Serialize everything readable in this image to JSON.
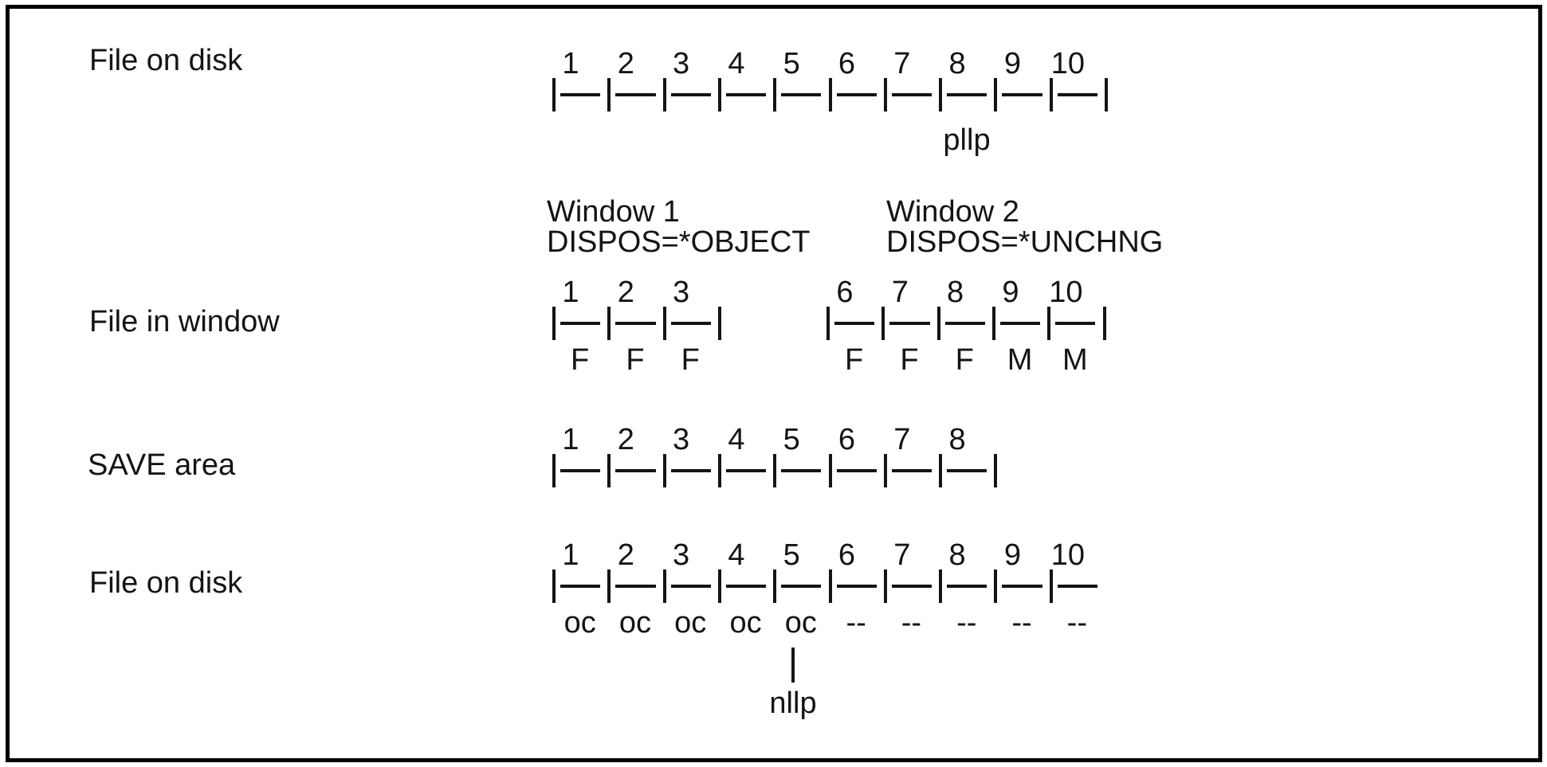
{
  "colors": {
    "background": "#ffffff",
    "border": "#000000",
    "text": "#141414",
    "line": "#141414"
  },
  "diagram": {
    "row1": {
      "label": "File on disk",
      "segments": [
        "1",
        "2",
        "3",
        "4",
        "5",
        "6",
        "7",
        "8",
        "9",
        "10"
      ],
      "below_label": "pllp",
      "below_label_segment": "8"
    },
    "windows_header": {
      "window1_title": "Window 1",
      "window1_dispos": "DISPOS=*OBJECT",
      "window2_title": "Window 2",
      "window2_dispos": "DISPOS=*UNCHNG"
    },
    "row2": {
      "label": "File in window",
      "window1": {
        "segments": [
          "1",
          "2",
          "3"
        ],
        "markers": [
          "F",
          "F",
          "F"
        ]
      },
      "window2": {
        "segments": [
          "6",
          "7",
          "8",
          "9",
          "10"
        ],
        "markers": [
          "F",
          "F",
          "F",
          "M",
          "M"
        ]
      }
    },
    "row3": {
      "label": "SAVE area",
      "segments": [
        "1",
        "2",
        "3",
        "4",
        "5",
        "6",
        "7",
        "8"
      ]
    },
    "row4": {
      "label": "File on disk",
      "segments": [
        "1",
        "2",
        "3",
        "4",
        "5",
        "6",
        "7",
        "8",
        "9",
        "10"
      ],
      "markers": [
        "oc",
        "oc",
        "oc",
        "oc",
        "oc",
        "--",
        "--",
        "--",
        "--",
        "--"
      ],
      "pointer_label": "nllp",
      "pointer_segment": "5"
    }
  }
}
